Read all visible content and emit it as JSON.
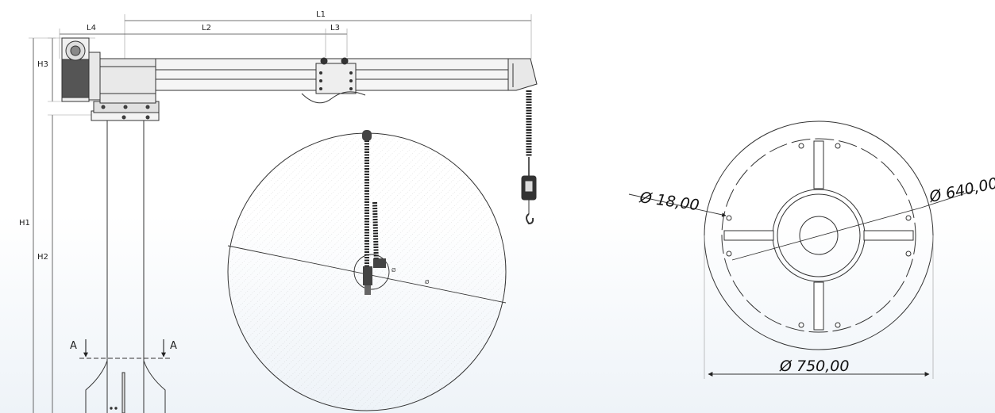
{
  "dimensions": {
    "l1": "L1",
    "l2": "L2",
    "l3": "L3",
    "l4": "L4",
    "h1": "H1",
    "h2": "H2",
    "h3": "H3"
  },
  "section": {
    "left_marker": "A",
    "right_marker": "A"
  },
  "base_plate": {
    "hole_diameter": "Ø 18,00",
    "bolt_circle_diameter": "Ø 640,00",
    "outer_diameter": "Ø 750,00"
  },
  "swing_circle": {
    "inner_label": "Ø",
    "outer_label": "Ø"
  }
}
